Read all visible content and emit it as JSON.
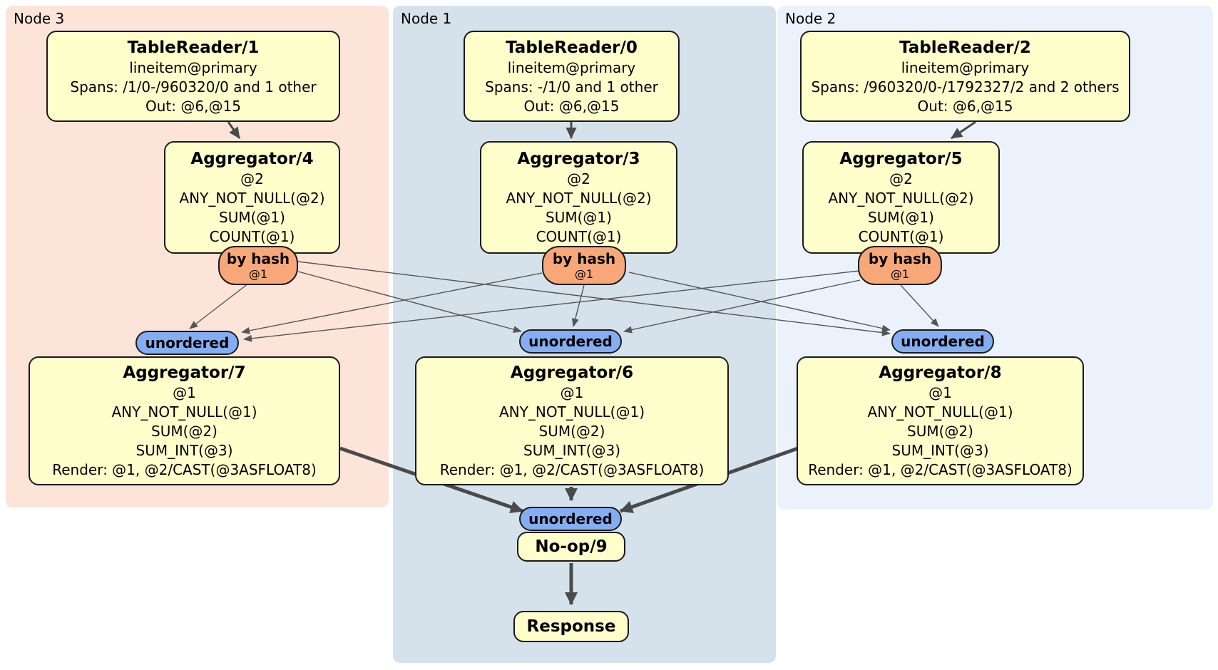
{
  "regions": {
    "node3": {
      "label": "Node 3"
    },
    "node1": {
      "label": "Node 1"
    },
    "node2": {
      "label": "Node 2"
    }
  },
  "processors": {
    "tablereader1": {
      "title": "TableReader/1",
      "lines": [
        "lineitem@primary",
        "Spans: /1/0-/960320/0 and 1 other",
        "Out: @6,@15"
      ]
    },
    "tablereader0": {
      "title": "TableReader/0",
      "lines": [
        "lineitem@primary",
        "Spans: -/1/0 and 1 other",
        "Out: @6,@15"
      ]
    },
    "tablereader2": {
      "title": "TableReader/2",
      "lines": [
        "lineitem@primary",
        "Spans: /960320/0-/1792327/2 and 2 others",
        "Out: @6,@15"
      ]
    },
    "aggregator4": {
      "title": "Aggregator/4",
      "lines": [
        "@2",
        "ANY_NOT_NULL(@2)",
        "SUM(@1)",
        "COUNT(@1)"
      ]
    },
    "aggregator3": {
      "title": "Aggregator/3",
      "lines": [
        "@2",
        "ANY_NOT_NULL(@2)",
        "SUM(@1)",
        "COUNT(@1)"
      ]
    },
    "aggregator5": {
      "title": "Aggregator/5",
      "lines": [
        "@2",
        "ANY_NOT_NULL(@2)",
        "SUM(@1)",
        "COUNT(@1)"
      ]
    },
    "aggregator7": {
      "title": "Aggregator/7",
      "lines": [
        "@1",
        "ANY_NOT_NULL(@1)",
        "SUM(@2)",
        "SUM_INT(@3)",
        "Render: @1, @2/CAST(@3ASFLOAT8)"
      ]
    },
    "aggregator6": {
      "title": "Aggregator/6",
      "lines": [
        "@1",
        "ANY_NOT_NULL(@1)",
        "SUM(@2)",
        "SUM_INT(@3)",
        "Render: @1, @2/CAST(@3ASFLOAT8)"
      ]
    },
    "aggregator8": {
      "title": "Aggregator/8",
      "lines": [
        "@1",
        "ANY_NOT_NULL(@1)",
        "SUM(@2)",
        "SUM_INT(@3)",
        "Render: @1, @2/CAST(@3ASFLOAT8)"
      ]
    },
    "noop9": {
      "title": "No-op/9"
    },
    "response": {
      "title": "Response"
    }
  },
  "routers": {
    "by_hash": {
      "label": "by hash",
      "key": "@1"
    },
    "unordered": {
      "label": "unordered"
    }
  },
  "colors": {
    "region_node3": "#FCE4D9",
    "region_node1": "#D5E2EB",
    "region_node2": "#ECF2FB",
    "processor_fill": "#FFFFCC",
    "hash_router_fill": "#F8A878",
    "unordered_fill": "#85AEF2",
    "edge": "#555555"
  }
}
